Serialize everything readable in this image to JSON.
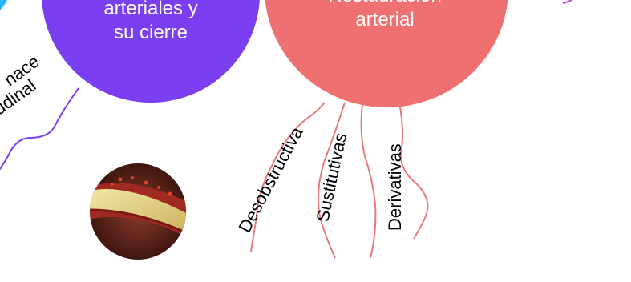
{
  "nodes": {
    "left_partial": {
      "line1": "nace",
      "line2": "tudinal",
      "color": "#29b6f6"
    },
    "purple_bubble": {
      "line1": "arteriales y",
      "line2": "su cierre",
      "color": "#7b3ff2"
    },
    "coral_bubble": {
      "line1": "Restauración",
      "line2": "arterial",
      "color": "#ef7070"
    }
  },
  "branches": {
    "items": [
      {
        "label": "Desobstructiva"
      },
      {
        "label": "Sustitutivas"
      },
      {
        "label": "Derivativas"
      }
    ],
    "line_color": "#e97a7a"
  },
  "connector_color": "#7b3ff2",
  "image": {
    "alt": "artery with plaque illustration"
  }
}
